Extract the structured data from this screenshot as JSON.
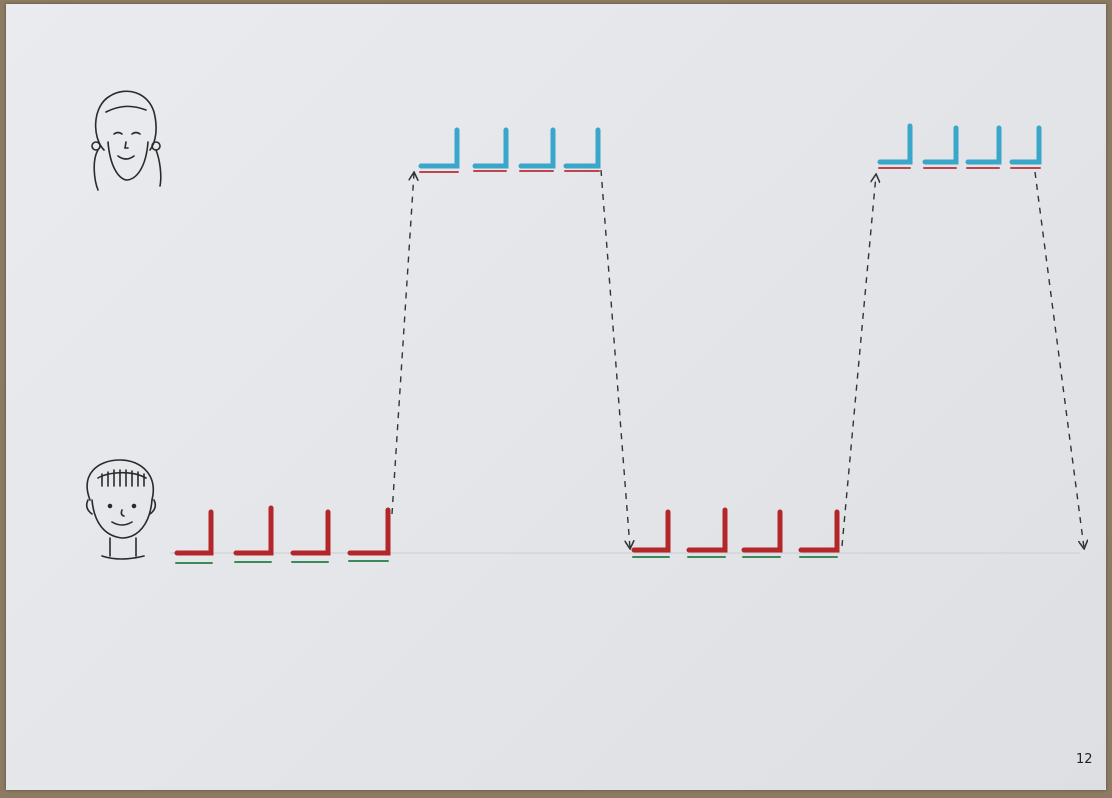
{
  "worksheet": {
    "page_number": "12",
    "colors": {
      "red": "#b3262a",
      "blue": "#3aa6c9",
      "underline_green": "#3c8a5a",
      "underline_red": "#c0444e",
      "arrow": "#333333"
    },
    "characters": [
      {
        "name": "girl-face-icon"
      },
      {
        "name": "boy-face-icon"
      }
    ],
    "groups": [
      {
        "color": "red",
        "count": 4
      },
      {
        "color": "blue",
        "count": 4
      },
      {
        "color": "red",
        "count": 4
      },
      {
        "color": "blue",
        "count": 4
      }
    ]
  }
}
